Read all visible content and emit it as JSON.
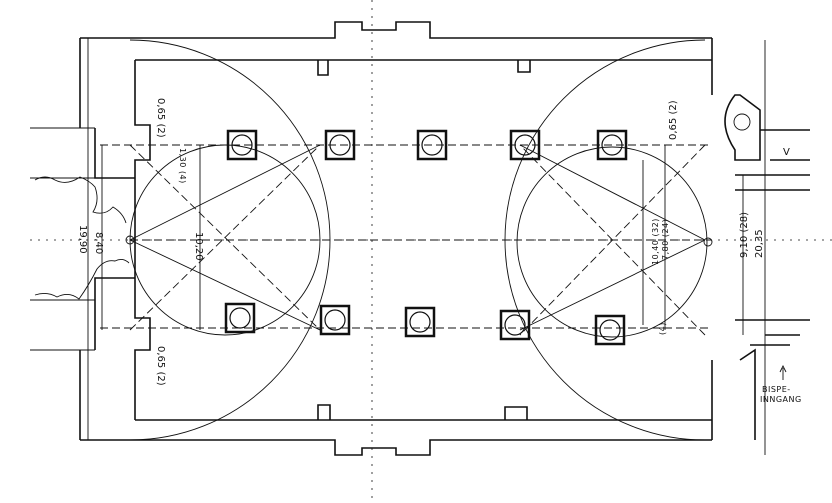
{
  "drawing": {
    "left_dimensions": {
      "top_offset": "0,65 (2)",
      "top_small": "1,30 (4)",
      "width_total": "19,90",
      "opening": "8,40",
      "span": "10,20",
      "bottom_offset": "0,65 (2)"
    },
    "right_dimensions": {
      "top_offset": "0,65 (2)",
      "span": "10,40 (32)",
      "inner": "7,80 (24)",
      "small": "(4)",
      "radius": "9,10 (28)",
      "width_total": "20,35"
    },
    "room_mark": "V",
    "entrance_label_line1": "BISPE-",
    "entrance_label_line2": "INNGANG"
  }
}
